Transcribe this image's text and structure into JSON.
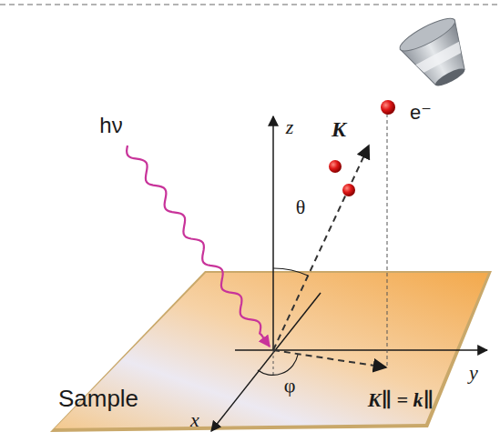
{
  "diagram": {
    "labels": [
      "hν",
      "z",
      "K",
      "e⁻",
      "θ",
      "y",
      "φ",
      "K∥ = k∥",
      "Sample",
      "x"
    ]
  }
}
